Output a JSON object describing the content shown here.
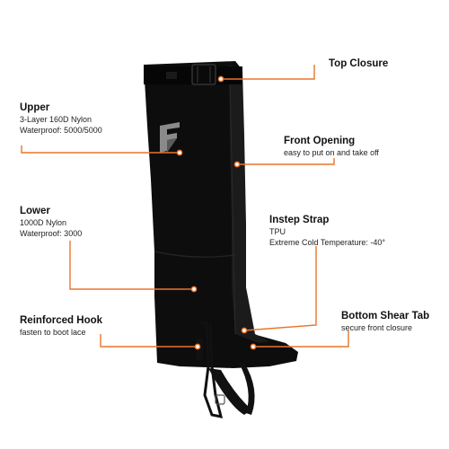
{
  "accent_color": "#e9752c",
  "product_color": "#0d0d0d",
  "logo": {
    "letter": "F",
    "icon": "brand-f-logo-icon"
  },
  "callouts": {
    "top_closure": {
      "title": "Top Closure"
    },
    "upper": {
      "title": "Upper",
      "line1": "3-Layer 160D Nylon",
      "line2": "Waterproof: 5000/5000"
    },
    "front_opening": {
      "title": "Front Opening",
      "line1": "easy to put on and take off"
    },
    "lower": {
      "title": "Lower",
      "line1": "1000D Nylon",
      "line2": "Waterproof: 3000"
    },
    "instep_strap": {
      "title": "Instep Strap",
      "line1": "TPU",
      "line2": "Extreme Cold Temperature: -40°"
    },
    "bottom_shear_tab": {
      "title": "Bottom Shear Tab",
      "line1": "secure front closure"
    },
    "reinforced_hook": {
      "title": "Reinforced Hook",
      "line1": "fasten to boot lace"
    }
  }
}
